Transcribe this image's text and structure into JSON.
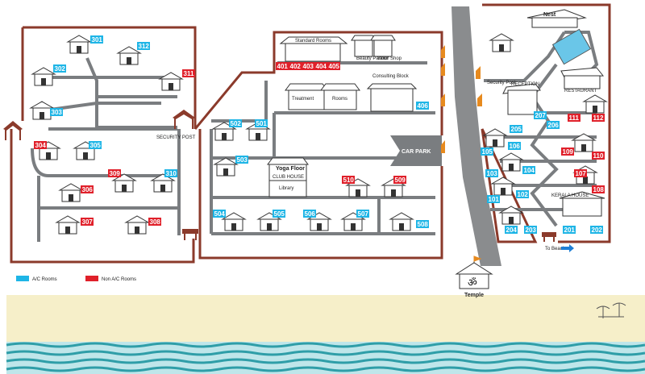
{
  "colors": {
    "ac": "#1eb5e6",
    "non_ac": "#e0202a",
    "boundary": "#8b3a2b",
    "path": "#7a7d80",
    "road": "#8a8c8e",
    "sand": "#f6efc9",
    "sea_dark": "#2f9ea8",
    "sea_light": "#bfe6ea"
  },
  "legend": {
    "ac_label": "A/C Rooms",
    "non_ac_label": "Non A/C Rooms"
  },
  "rooms": [
    {
      "id": "301",
      "type": "ac"
    },
    {
      "id": "312",
      "type": "ac"
    },
    {
      "id": "302",
      "type": "ac"
    },
    {
      "id": "311",
      "type": "non_ac"
    },
    {
      "id": "303",
      "type": "ac"
    },
    {
      "id": "304",
      "type": "non_ac"
    },
    {
      "id": "305",
      "type": "ac"
    },
    {
      "id": "309",
      "type": "non_ac"
    },
    {
      "id": "310",
      "type": "ac"
    },
    {
      "id": "306",
      "type": "non_ac"
    },
    {
      "id": "307",
      "type": "non_ac"
    },
    {
      "id": "308",
      "type": "non_ac"
    },
    {
      "id": "401",
      "type": "non_ac"
    },
    {
      "id": "402",
      "type": "non_ac"
    },
    {
      "id": "403",
      "type": "non_ac"
    },
    {
      "id": "404",
      "type": "non_ac"
    },
    {
      "id": "405",
      "type": "non_ac"
    },
    {
      "id": "406",
      "type": "ac"
    },
    {
      "id": "502",
      "type": "ac"
    },
    {
      "id": "501",
      "type": "ac"
    },
    {
      "id": "503",
      "type": "ac"
    },
    {
      "id": "510",
      "type": "non_ac"
    },
    {
      "id": "509",
      "type": "non_ac"
    },
    {
      "id": "504",
      "type": "ac"
    },
    {
      "id": "505",
      "type": "ac"
    },
    {
      "id": "506",
      "type": "ac"
    },
    {
      "id": "507",
      "type": "ac"
    },
    {
      "id": "508",
      "type": "ac"
    },
    {
      "id": "207",
      "type": "ac"
    },
    {
      "id": "111",
      "type": "non_ac"
    },
    {
      "id": "112",
      "type": "non_ac"
    },
    {
      "id": "206",
      "type": "ac"
    },
    {
      "id": "205",
      "type": "ac"
    },
    {
      "id": "105",
      "type": "ac"
    },
    {
      "id": "106",
      "type": "ac"
    },
    {
      "id": "109",
      "type": "non_ac"
    },
    {
      "id": "110",
      "type": "non_ac"
    },
    {
      "id": "103",
      "type": "ac"
    },
    {
      "id": "104",
      "type": "ac"
    },
    {
      "id": "107",
      "type": "non_ac"
    },
    {
      "id": "108",
      "type": "non_ac"
    },
    {
      "id": "101",
      "type": "ac"
    },
    {
      "id": "102",
      "type": "ac"
    },
    {
      "id": "204",
      "type": "ac"
    },
    {
      "id": "203",
      "type": "ac"
    },
    {
      "id": "201",
      "type": "ac"
    },
    {
      "id": "202",
      "type": "ac"
    }
  ],
  "labels": {
    "nest": "Nest",
    "standard_rooms": "Standard Rooms",
    "beauty_parlour": "Beauty Parlour",
    "tailor_shop": "Tailor Shop",
    "consulting_block": "Consulting Block",
    "treatment": "Treatment",
    "rooms": "Rooms",
    "security_post_left": "SECURITY POST",
    "security_post_right": "Security Post",
    "car_park": "CAR PARK",
    "yoga_floor": "Yoga Floor",
    "club_house": "CLUB HOUSE",
    "library": "Library",
    "kerala_house": "KERALA HOUSE",
    "restaurant": "RESTAURANT",
    "reception": "RECEPTION",
    "to_beach": "To Beach",
    "temple": "Temple",
    "om": "ॐ"
  }
}
